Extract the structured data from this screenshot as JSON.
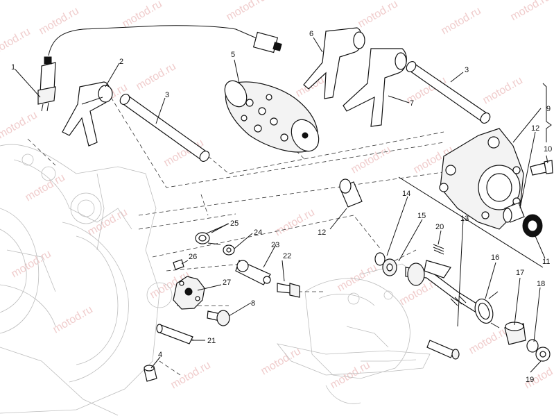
{
  "watermark": "motod.ru",
  "colors": {
    "watermark": "#e4a3a3",
    "line": "#111111",
    "ghost": "#bdbdbd"
  },
  "callouts": [
    {
      "id": "1",
      "text": "1"
    },
    {
      "id": "2",
      "text": "2"
    },
    {
      "id": "3a",
      "text": "3"
    },
    {
      "id": "3b",
      "text": "3"
    },
    {
      "id": "4",
      "text": "4"
    },
    {
      "id": "5",
      "text": "5"
    },
    {
      "id": "6",
      "text": "6"
    },
    {
      "id": "7",
      "text": "7"
    },
    {
      "id": "8",
      "text": "8"
    },
    {
      "id": "9",
      "text": "9"
    },
    {
      "id": "10",
      "text": "10"
    },
    {
      "id": "11",
      "text": "11"
    },
    {
      "id": "12a",
      "text": "12"
    },
    {
      "id": "12b",
      "text": "12"
    },
    {
      "id": "13",
      "text": "13"
    },
    {
      "id": "14",
      "text": "14"
    },
    {
      "id": "15",
      "text": "15"
    },
    {
      "id": "16",
      "text": "16"
    },
    {
      "id": "17",
      "text": "17"
    },
    {
      "id": "18",
      "text": "18"
    },
    {
      "id": "19",
      "text": "19"
    },
    {
      "id": "20",
      "text": "20"
    },
    {
      "id": "21",
      "text": "21"
    },
    {
      "id": "22",
      "text": "22"
    },
    {
      "id": "23",
      "text": "23"
    },
    {
      "id": "24",
      "text": "24"
    },
    {
      "id": "25",
      "text": "25"
    },
    {
      "id": "26",
      "text": "26"
    },
    {
      "id": "27",
      "text": "27"
    }
  ]
}
